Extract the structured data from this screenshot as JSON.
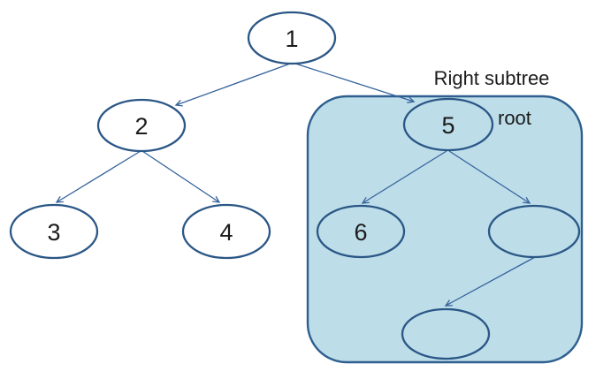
{
  "diagram": {
    "type": "binary-tree",
    "labels": {
      "right_subtree": "Right subtree",
      "root": "root"
    },
    "nodes": [
      {
        "id": "n1",
        "label": "1"
      },
      {
        "id": "n2",
        "label": "2"
      },
      {
        "id": "n3",
        "label": "3"
      },
      {
        "id": "n4",
        "label": "4"
      },
      {
        "id": "n5",
        "label": "5"
      },
      {
        "id": "n6",
        "label": "6"
      },
      {
        "id": "n7",
        "label": ""
      },
      {
        "id": "n8",
        "label": ""
      }
    ],
    "edges": [
      {
        "from": "n1",
        "to": "n2"
      },
      {
        "from": "n1",
        "to": "n5"
      },
      {
        "from": "n2",
        "to": "n3"
      },
      {
        "from": "n2",
        "to": "n4"
      },
      {
        "from": "n5",
        "to": "n6"
      },
      {
        "from": "n5",
        "to": "n7"
      },
      {
        "from": "n7",
        "to": "n8"
      }
    ],
    "highlight_box": {
      "label": "Right subtree",
      "root_label": "root",
      "member_ids": [
        "n5",
        "n6",
        "n7",
        "n8"
      ],
      "root_node": "n5"
    },
    "colors": {
      "page_bg": "#ffffff",
      "node_stroke": "#2b5786",
      "edge_line": "#36639b",
      "box_fill": "#bddde9",
      "box_stroke": "#2e5f8f",
      "text": "#1b1b1b"
    }
  }
}
